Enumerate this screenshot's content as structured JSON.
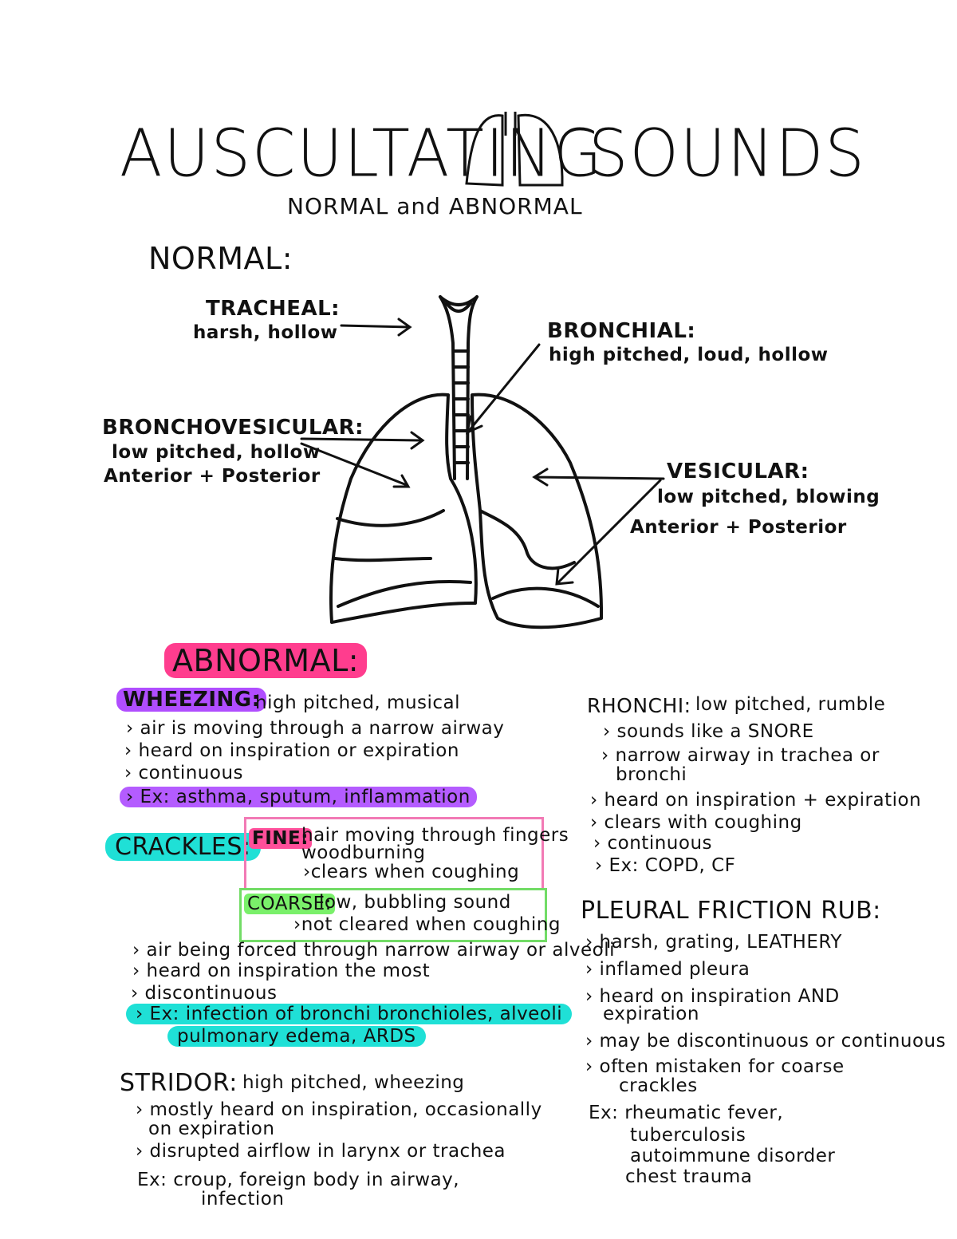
{
  "title": {
    "left": "AUSCULTATING",
    "right": "SOUNDS",
    "subtitle": "NORMAL and ABNORMAL"
  },
  "normal": {
    "heading": "NORMAL:",
    "tracheal": {
      "label": "TRACHEAL:",
      "desc": "harsh, hollow"
    },
    "bronchial": {
      "label": "BRONCHIAL:",
      "desc": "high pitched, loud, hollow"
    },
    "bronchovesicular": {
      "label": "BRONCHOVESICULAR:",
      "desc": "low pitched, hollow",
      "where": "Anterior + Posterior"
    },
    "vesicular": {
      "label": "VESICULAR:",
      "desc": "low pitched, blowing",
      "where": "Anterior + Posterior"
    }
  },
  "abnormal": {
    "heading": "ABNORMAL:",
    "wheezing": {
      "label": "WHEEZING:",
      "desc": "high pitched, musical",
      "items": [
        "air is moving through a narrow airway",
        "heard on inspiration or expiration",
        "continuous"
      ],
      "example": "Ex: asthma, sputum, inflammation"
    },
    "crackles": {
      "label": "CRACKLES:",
      "fine_label": "FINE:",
      "fine_lines": [
        "hair moving through fingers",
        "woodburning",
        "clears when coughing"
      ],
      "coarse_label": "COARSE:",
      "coarse_lines": [
        "low, bubbling sound",
        "not cleared when coughing"
      ],
      "items": [
        "air being forced through narrow airway or alveoli",
        "heard on inspiration the most",
        "discontinuous"
      ],
      "example_1": "Ex: infection of bronchi bronchioles, alveoli",
      "example_2": "pulmonary edema, ARDS"
    },
    "stridor": {
      "label": "STRIDOR:",
      "desc": "high pitched, wheezing",
      "item_1a": "mostly heard on inspiration, occasionally",
      "item_1b": "on expiration",
      "item_2": "disrupted airflow in larynx or trachea",
      "example_1": "Ex: croup, foreign body in airway,",
      "example_2": "infection"
    },
    "rhonchi": {
      "label": "RHONCHI:",
      "desc": "low pitched, rumble",
      "item_1": "sounds like a SNORE",
      "item_2a": "narrow airway in trachea or",
      "item_2b": "bronchi",
      "item_3": "heard on inspiration + expiration",
      "item_4": "clears with coughing",
      "item_5": "continuous",
      "item_6": "Ex: COPD, CF"
    },
    "pleural": {
      "label": "PLEURAL FRICTION RUB:",
      "item_1": "harsh, grating, LEATHERY",
      "item_2": "inflamed pleura",
      "item_3a": "heard on inspiration AND",
      "item_3b": "expiration",
      "item_4": "may be discontinuous or continuous",
      "item_5a": "often mistaken for coarse",
      "item_5b": "crackles",
      "ex_1": "Ex: rheumatic fever,",
      "ex_2": "tuberculosis",
      "ex_3": "autoimmune disorder",
      "ex_4": "chest trauma"
    }
  },
  "colors": {
    "pink": "#ff3d8e",
    "purple": "#b04dff",
    "cyan": "#1fe0d6",
    "green": "#7af06a"
  }
}
